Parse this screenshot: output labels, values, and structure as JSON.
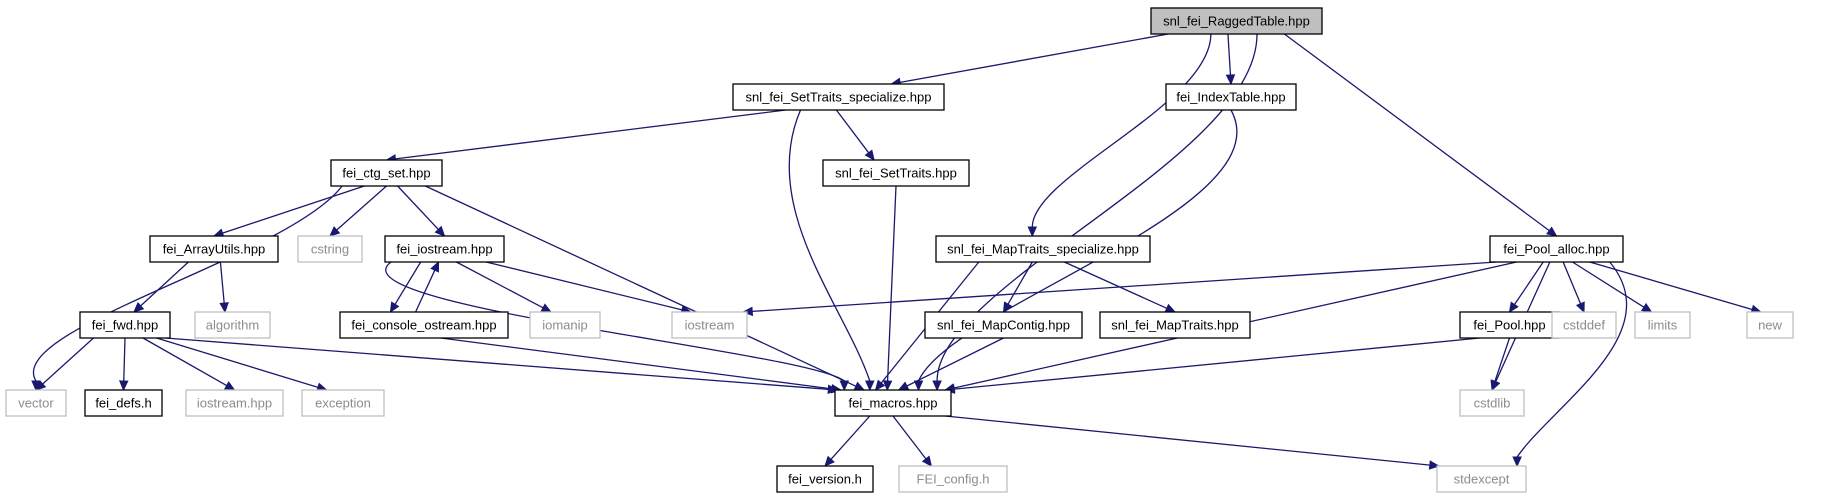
{
  "graph": {
    "colors": {
      "edge": "#191970",
      "main_fill": "#bfbfbf",
      "local_border": "#000000",
      "system_border": "#bfbfbf",
      "system_text": "#8c8c8c"
    },
    "nodes": [
      {
        "id": "ragged",
        "label": "snl_fei_RaggedTable.hpp",
        "kind": "main"
      },
      {
        "id": "settraits_spec",
        "label": "snl_fei_SetTraits_specialize.hpp",
        "kind": "local"
      },
      {
        "id": "indextable",
        "label": "fei_IndexTable.hpp",
        "kind": "local"
      },
      {
        "id": "ctg_set",
        "label": "fei_ctg_set.hpp",
        "kind": "local"
      },
      {
        "id": "settraits",
        "label": "snl_fei_SetTraits.hpp",
        "kind": "local"
      },
      {
        "id": "arrayutils",
        "label": "fei_ArrayUtils.hpp",
        "kind": "local"
      },
      {
        "id": "cstring",
        "label": "cstring",
        "kind": "system"
      },
      {
        "id": "fei_iostream",
        "label": "fei_iostream.hpp",
        "kind": "local"
      },
      {
        "id": "maptraits_spec",
        "label": "snl_fei_MapTraits_specialize.hpp",
        "kind": "local"
      },
      {
        "id": "pool_alloc",
        "label": "fei_Pool_alloc.hpp",
        "kind": "local"
      },
      {
        "id": "fei_fwd",
        "label": "fei_fwd.hpp",
        "kind": "local"
      },
      {
        "id": "algorithm",
        "label": "algorithm",
        "kind": "system"
      },
      {
        "id": "console_ostream",
        "label": "fei_console_ostream.hpp",
        "kind": "local"
      },
      {
        "id": "iomanip",
        "label": "iomanip",
        "kind": "system"
      },
      {
        "id": "iostream",
        "label": "iostream",
        "kind": "system"
      },
      {
        "id": "mapcontig",
        "label": "snl_fei_MapContig.hpp",
        "kind": "local"
      },
      {
        "id": "maptraits",
        "label": "snl_fei_MapTraits.hpp",
        "kind": "local"
      },
      {
        "id": "fei_pool",
        "label": "fei_Pool.hpp",
        "kind": "local"
      },
      {
        "id": "cstddef",
        "label": "cstddef",
        "kind": "system"
      },
      {
        "id": "limits",
        "label": "limits",
        "kind": "system"
      },
      {
        "id": "new",
        "label": "new",
        "kind": "system"
      },
      {
        "id": "vector",
        "label": "vector",
        "kind": "system"
      },
      {
        "id": "fei_defs",
        "label": "fei_defs.h",
        "kind": "local"
      },
      {
        "id": "iostream_hpp",
        "label": "iostream.hpp",
        "kind": "system"
      },
      {
        "id": "exception",
        "label": "exception",
        "kind": "system"
      },
      {
        "id": "fei_macros",
        "label": "fei_macros.hpp",
        "kind": "local"
      },
      {
        "id": "cstdlib",
        "label": "cstdlib",
        "kind": "system"
      },
      {
        "id": "fei_version",
        "label": "fei_version.h",
        "kind": "local"
      },
      {
        "id": "fei_config",
        "label": "FEI_config.h",
        "kind": "system"
      },
      {
        "id": "stdexcept",
        "label": "stdexcept",
        "kind": "system"
      }
    ],
    "edges": [
      [
        "ragged",
        "settraits_spec"
      ],
      [
        "ragged",
        "indextable"
      ],
      [
        "ragged",
        "maptraits_spec"
      ],
      [
        "ragged",
        "pool_alloc"
      ],
      [
        "ragged",
        "fei_macros"
      ],
      [
        "settraits_spec",
        "ctg_set"
      ],
      [
        "settraits_spec",
        "settraits"
      ],
      [
        "settraits_spec",
        "fei_macros"
      ],
      [
        "indextable",
        "fei_macros"
      ],
      [
        "ctg_set",
        "vector"
      ],
      [
        "ctg_set",
        "arrayutils"
      ],
      [
        "ctg_set",
        "cstring"
      ],
      [
        "ctg_set",
        "fei_iostream"
      ],
      [
        "ctg_set",
        "fei_macros"
      ],
      [
        "settraits",
        "fei_macros"
      ],
      [
        "arrayutils",
        "fei_fwd"
      ],
      [
        "arrayutils",
        "algorithm"
      ],
      [
        "fei_iostream",
        "console_ostream"
      ],
      [
        "console_ostream",
        "fei_iostream"
      ],
      [
        "fei_iostream",
        "iomanip"
      ],
      [
        "fei_iostream",
        "iostream"
      ],
      [
        "fei_iostream",
        "fei_macros"
      ],
      [
        "console_ostream",
        "fei_macros"
      ],
      [
        "maptraits_spec",
        "mapcontig"
      ],
      [
        "maptraits_spec",
        "maptraits"
      ],
      [
        "maptraits_spec",
        "fei_macros"
      ],
      [
        "mapcontig",
        "fei_macros"
      ],
      [
        "pool_alloc",
        "iostream"
      ],
      [
        "pool_alloc",
        "fei_macros"
      ],
      [
        "pool_alloc",
        "fei_pool"
      ],
      [
        "pool_alloc",
        "cstdlib"
      ],
      [
        "pool_alloc",
        "cstddef"
      ],
      [
        "pool_alloc",
        "limits"
      ],
      [
        "pool_alloc",
        "new"
      ],
      [
        "pool_alloc",
        "stdexcept"
      ],
      [
        "fei_pool",
        "fei_macros"
      ],
      [
        "fei_pool",
        "cstdlib"
      ],
      [
        "fei_fwd",
        "vector"
      ],
      [
        "fei_fwd",
        "fei_defs"
      ],
      [
        "fei_fwd",
        "iostream_hpp"
      ],
      [
        "fei_fwd",
        "exception"
      ],
      [
        "fei_fwd",
        "fei_macros"
      ],
      [
        "fei_macros",
        "fei_version"
      ],
      [
        "fei_macros",
        "fei_config"
      ],
      [
        "fei_macros",
        "stdexcept"
      ]
    ]
  }
}
